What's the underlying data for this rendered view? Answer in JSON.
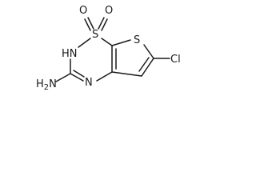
{
  "molecule": {
    "atoms": {
      "sulfonyl_s": "S",
      "oxygen_left": "O",
      "oxygen_right": "O",
      "ring_nh": "HN",
      "thiophene_s": "S",
      "chlorine": "Cl",
      "ring_n": "N",
      "amine_h": "H",
      "amine_sub": "2",
      "amine_n": "N"
    }
  }
}
